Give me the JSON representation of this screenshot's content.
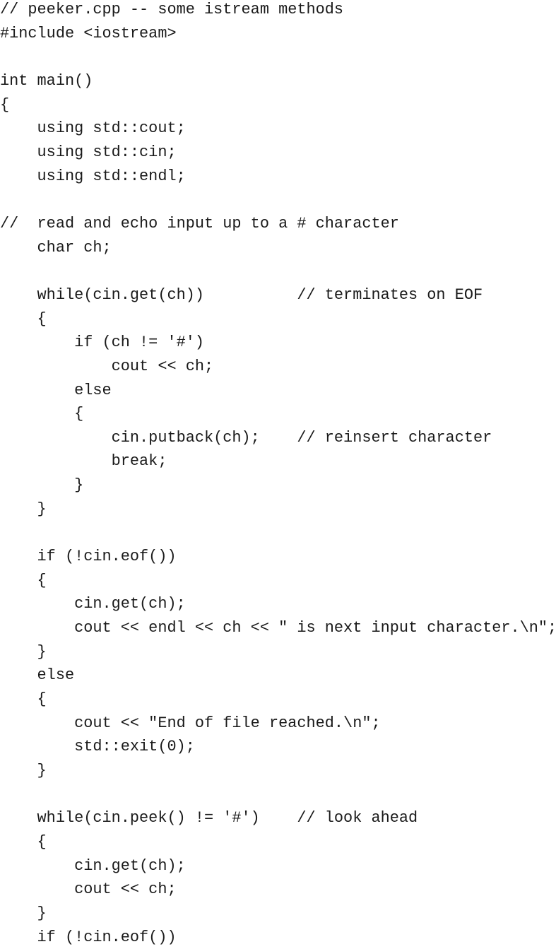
{
  "code_lines": [
    "// peeker.cpp -- some istream methods",
    "#include <iostream>",
    "",
    "int main()",
    "{",
    "    using std::cout;",
    "    using std::cin;",
    "    using std::endl;",
    "",
    "//  read and echo input up to a # character",
    "    char ch;",
    "",
    "    while(cin.get(ch))          // terminates on EOF",
    "    {",
    "        if (ch != '#')",
    "            cout << ch;",
    "        else",
    "        {",
    "            cin.putback(ch);    // reinsert character",
    "            break;",
    "        }",
    "    }",
    "",
    "    if (!cin.eof())",
    "    {",
    "        cin.get(ch);",
    "        cout << endl << ch << \" is next input character.\\n\";",
    "    }",
    "    else",
    "    {",
    "        cout << \"End of file reached.\\n\";",
    "        std::exit(0);",
    "    }",
    "",
    "    while(cin.peek() != '#')    // look ahead",
    "    {",
    "        cin.get(ch);",
    "        cout << ch;",
    "    }",
    "    if (!cin.eof())"
  ]
}
